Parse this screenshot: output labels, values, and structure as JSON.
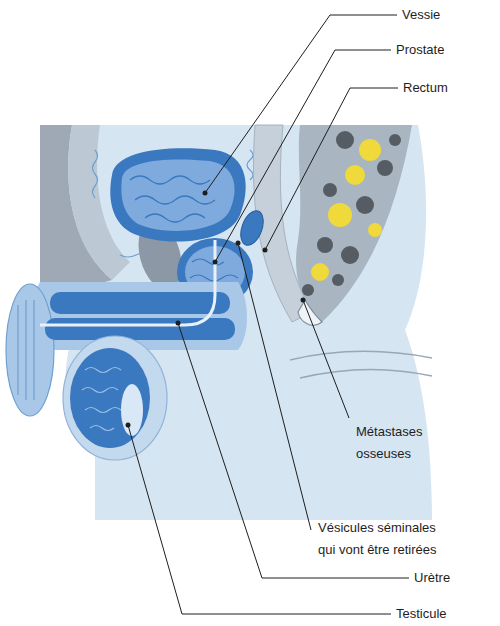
{
  "diagram": {
    "labels": [
      "Vessie",
      "Prostate",
      "Rectum",
      "Métastases osseuses",
      "Vésicules séminales qui vont être retirées",
      "Urètre",
      "Testicule"
    ]
  }
}
